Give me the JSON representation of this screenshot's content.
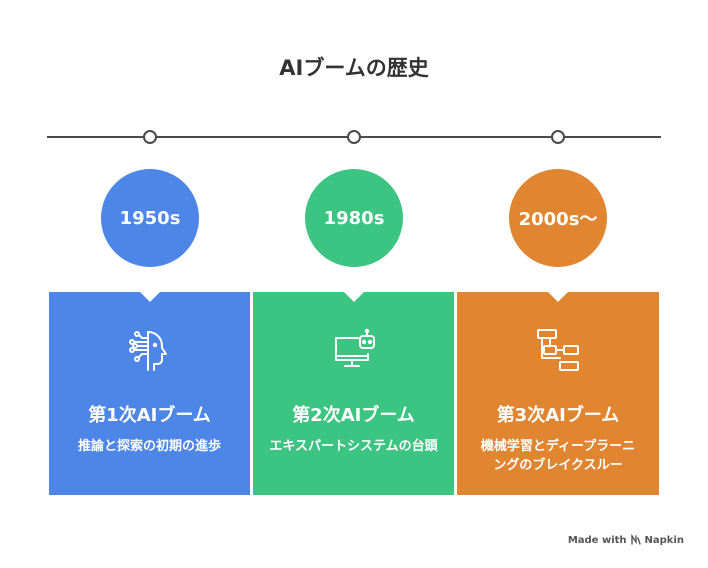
{
  "title": "AIブームの歴史",
  "colors": {
    "blue": "#4d86e6",
    "green": "#3cc482",
    "orange": "#e08530",
    "line": "#4a4a4a"
  },
  "eras": [
    {
      "year": "1950s",
      "heading": "第1次AIブーム",
      "description": "推論と探索の初期の進歩",
      "icon": "ai-head-icon",
      "color": "#4d86e6"
    },
    {
      "year": "1980s",
      "heading": "第2次AIブーム",
      "description": "エキスパートシステムの台頭",
      "icon": "computer-robot-icon",
      "color": "#3cc482"
    },
    {
      "year": "2000s〜",
      "heading": "第3次AIブーム",
      "description": "機械学習とディープラーニングのブレイクスルー",
      "icon": "flowchart-icon",
      "color": "#e08530"
    }
  ],
  "credit": {
    "prefix": "Made with",
    "brand": "Napkin"
  }
}
